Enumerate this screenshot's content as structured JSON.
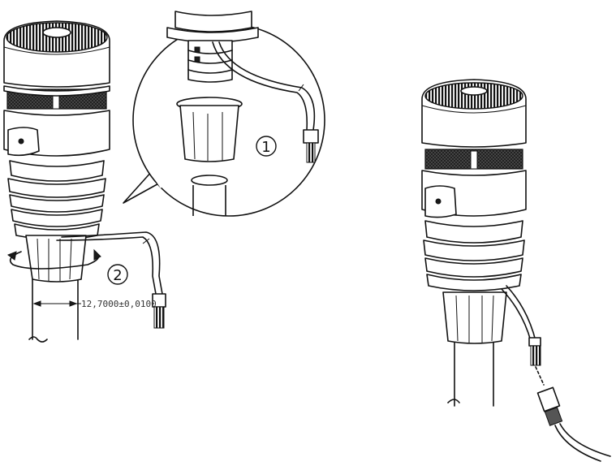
{
  "steps": {
    "one": "1",
    "two": "2"
  },
  "dimension": {
    "text": "12,7000±0,0100"
  },
  "icons": [
    "rotate-arrows-icon",
    "callout-magnifier-icon"
  ],
  "colors": {
    "stroke": "#111111",
    "background": "#ffffff"
  }
}
